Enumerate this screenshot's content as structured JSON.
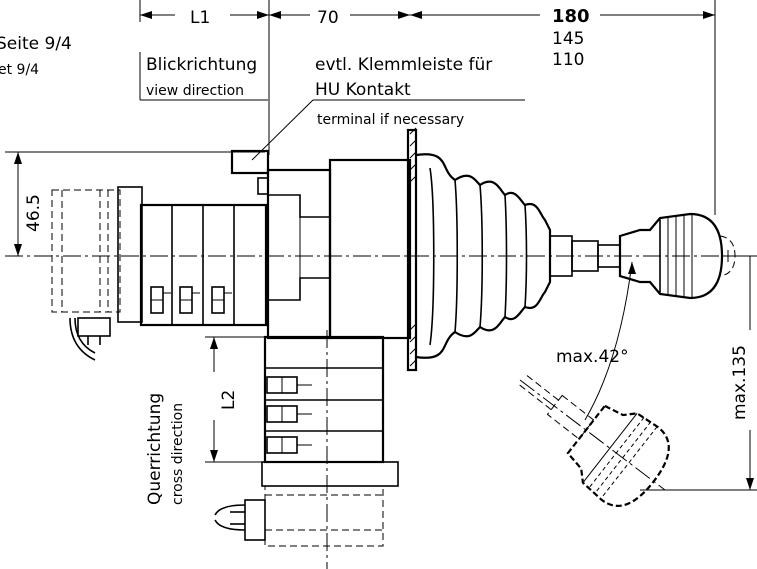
{
  "references": {
    "line1": "Seite 9/4",
    "line2": "et 9/4"
  },
  "labels": {
    "view_de": "Blickrichtung",
    "view_en": "view direction",
    "terminal_de_1": "evtl. Klemmleiste für",
    "terminal_de_2": "HU Kontakt",
    "terminal_en": "terminal if necessary",
    "cross_de": "Querrichtung",
    "cross_en": "cross direction",
    "angle": "max.42°"
  },
  "dimensions": {
    "l1": "L1",
    "l2": "L2",
    "d70": "70",
    "d180": "180",
    "d145": "145",
    "d110": "110",
    "d46_5": "46.5",
    "max135": "max.135"
  }
}
